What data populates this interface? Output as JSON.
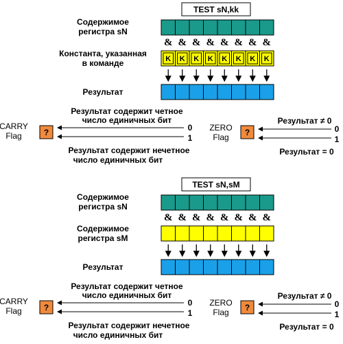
{
  "colors": {
    "teal": "#1a9a8a",
    "yellow": "#ffff00",
    "blue": "#1aa0e8",
    "flag_box": "#f08a3c",
    "background": "#ffffff"
  },
  "sections": [
    {
      "instruction": "TEST sN,kk",
      "row1_label": [
        "Содержимое",
        "регистра sN"
      ],
      "amp": "&",
      "row2_label": [
        "Константа, указанная",
        "в команде"
      ],
      "row2_cell_text": "K",
      "result_label": "Результат",
      "carry": {
        "flag_name": [
          "CARRY",
          "Flag"
        ],
        "box_symbol": "?",
        "even_text": [
          "Результат содержит четное",
          "число единичных бит"
        ],
        "odd_text": [
          "Результат содержит нечетное",
          "число единичных бит"
        ],
        "value_top": "0",
        "value_bottom": "1"
      },
      "zero": {
        "flag_name": [
          "ZERO",
          "Flag"
        ],
        "box_symbol": "?",
        "nonzero_text": "Результат ≠ 0",
        "zero_text": "Результат = 0",
        "value_top": "0",
        "value_bottom": "1"
      }
    },
    {
      "instruction": "TEST sN,sM",
      "row1_label": [
        "Содержимое",
        "регистра sN"
      ],
      "amp": "&",
      "row2_label": [
        "Содержимое",
        "регистра sM"
      ],
      "row2_cell_text": "",
      "result_label": "Результат",
      "carry": {
        "flag_name": [
          "CARRY",
          "Flag"
        ],
        "box_symbol": "?",
        "even_text": [
          "Результат содержит четное",
          "число единичных бит"
        ],
        "odd_text": [
          "Результат содержит нечетное",
          "число единичных бит"
        ],
        "value_top": "0",
        "value_bottom": "1"
      },
      "zero": {
        "flag_name": [
          "ZERO",
          "Flag"
        ],
        "box_symbol": "?",
        "nonzero_text": "Результат ≠ 0",
        "zero_text": "Результат = 0",
        "value_top": "0",
        "value_bottom": "1"
      }
    }
  ]
}
